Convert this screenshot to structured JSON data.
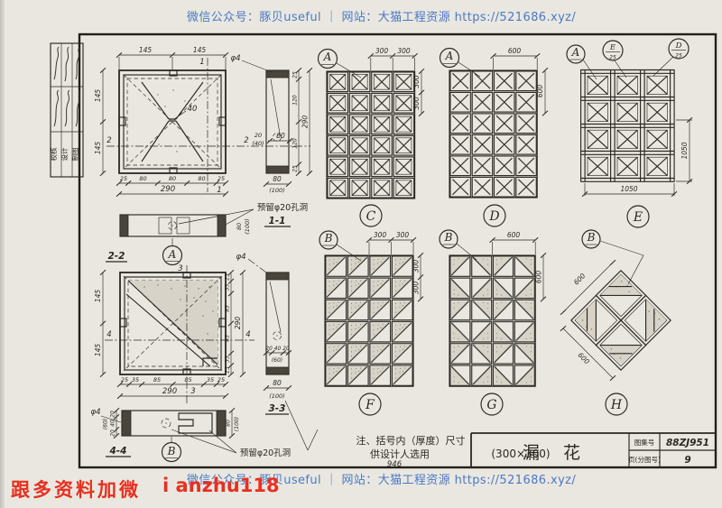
{
  "watermark": {
    "text": "微信公众号：豚贝useful ｜ 网站：大猫工程资源 https://521686.xyz/"
  },
  "promo": {
    "left": "跟多资料加微",
    "center": "i anzhu118"
  },
  "sign_block": {
    "cols": [
      {
        "label": "校核"
      },
      {
        "label": "设计"
      },
      {
        "label": "制图"
      }
    ]
  },
  "shared": {
    "phi4": "φ4",
    "hole_note": "预留φ20孔洞",
    "w80": "80",
    "p100": "(100)",
    "p60": "(60)"
  },
  "detailA": {
    "bubble": "A",
    "top_dims": [
      "145",
      "145"
    ],
    "left_dims": [
      "145",
      "145"
    ],
    "bottom_segs": [
      "25",
      "80",
      "80",
      "80",
      "25"
    ],
    "bottom_total": "290",
    "center_note": "40",
    "cut1": "1",
    "cut2": "2"
  },
  "section11": {
    "title": "1-1",
    "side_segs": [
      "25",
      "120",
      "120",
      "25"
    ],
    "side_total": "290",
    "w60": "60",
    "w20": "20",
    "p40": "(40)"
  },
  "section22": {
    "title": "2-2"
  },
  "detailB": {
    "bubble": "B",
    "left_dims": [
      "145",
      "145"
    ],
    "side_segs": [
      "25",
      "35",
      "85",
      "85",
      "35",
      "25"
    ],
    "side_total": "290",
    "bottom_segs": [
      "25",
      "35",
      "85",
      "85",
      "35",
      "25"
    ],
    "bottom_total": "290",
    "cut3": "3",
    "cut4": "4"
  },
  "section33": {
    "title": "3-3",
    "w_segs": [
      "20",
      "40",
      "20"
    ]
  },
  "section44": {
    "title": "4-4",
    "w_segs": [
      "20",
      "40",
      "20"
    ]
  },
  "panels": {
    "C": {
      "label": "C",
      "ref": "A",
      "top_dims": [
        "300",
        "300"
      ],
      "right_dims": [
        "300",
        "300"
      ]
    },
    "D": {
      "label": "D",
      "ref": "A",
      "top_dim": "600",
      "right_dim": "600"
    },
    "E": {
      "label": "E",
      "ref": "A",
      "ref2_letter": "E",
      "ref2_sheet": "25",
      "ref3_letter": "D",
      "ref3_sheet": "25",
      "right_dim": "1050",
      "bottom_dim": "1050"
    },
    "F": {
      "label": "F",
      "ref": "B",
      "top_dims": [
        "300",
        "300"
      ],
      "right_dims": [
        "300",
        "300"
      ]
    },
    "G": {
      "label": "G",
      "ref": "B",
      "top_dim": "600",
      "right_dim": "600"
    },
    "H": {
      "label": "H",
      "ref": "B",
      "edge_dims": [
        "600",
        "600"
      ]
    }
  },
  "note": {
    "line1": "注、括号内（厚度）尺寸",
    "line2": "供设计人选用"
  },
  "page_number": "946",
  "title_block": {
    "size": "(300×300)",
    "title": "漏花",
    "atlas_label": "图集号",
    "atlas_no": "88ZJ951",
    "page_label": "页(分图号)",
    "page_no": "9"
  },
  "colors": {
    "ink": "#2b2722",
    "paper": "#eae7e1",
    "watermark_blue": "#4a7ac2",
    "stamp_red": "#e7301f"
  }
}
